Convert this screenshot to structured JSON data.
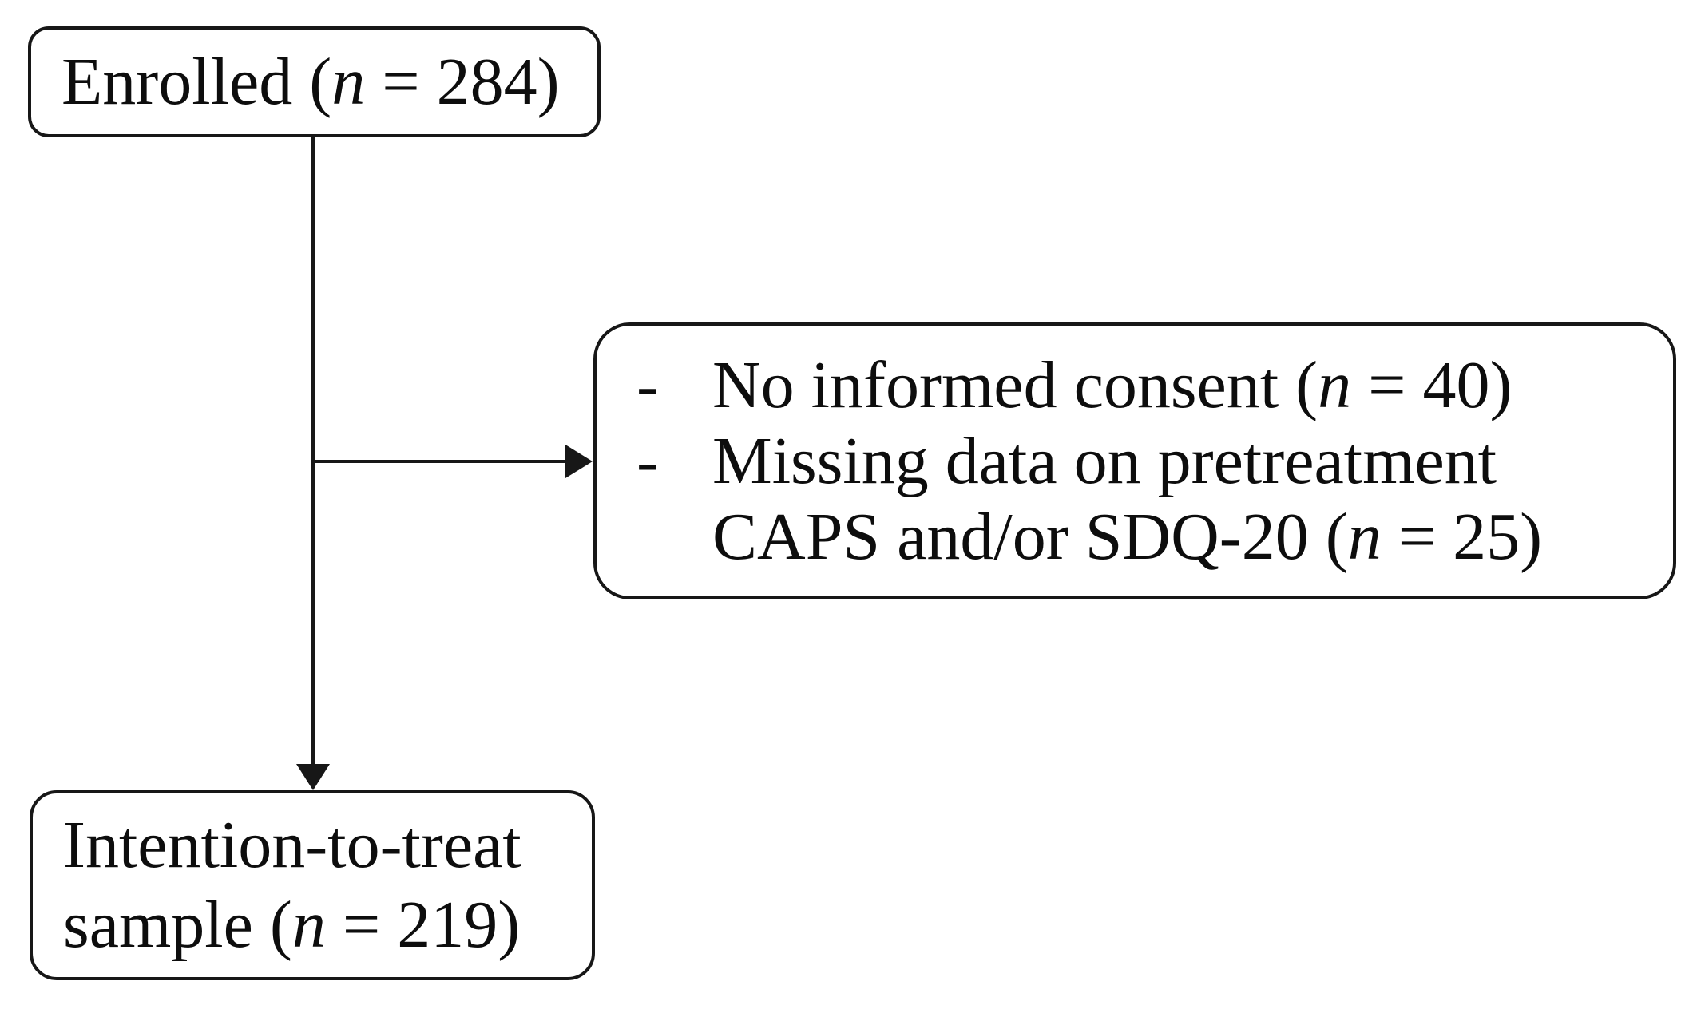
{
  "figure": {
    "background": "#ffffff",
    "ink": "#171717"
  },
  "boxes": {
    "enrolled": {
      "text": "Enrolled (*n* = 284)"
    },
    "exclusions": {
      "items": [
        {
          "marker": "-",
          "text": "No informed consent (*n* = 40)"
        },
        {
          "marker": "-",
          "text": "Missing data on pretreatment CAPS and/or SDQ-20 (*n* = 25)"
        }
      ]
    },
    "itt": {
      "text": "Intention-to-treat sample (*n* = 219)"
    }
  }
}
